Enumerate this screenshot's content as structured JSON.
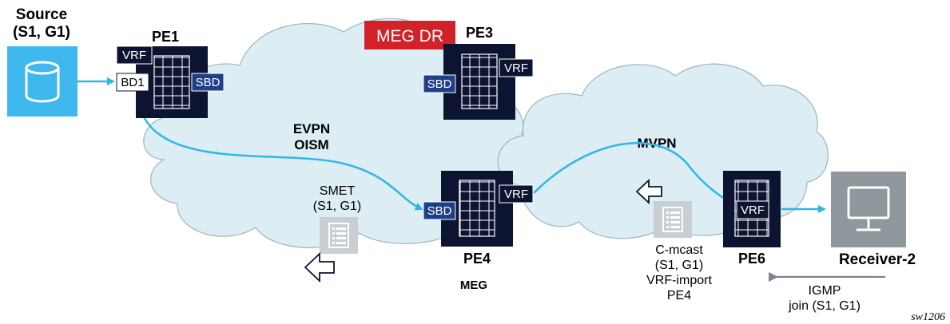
{
  "colors": {
    "cloud_fill": "#dcedf3",
    "cloud_stroke": "#9fb4c2",
    "router_fill": "#0d1431",
    "flow_arrow": "#2fb7e8",
    "sbd_fill": "#1f3f86",
    "source_fill": "#3fb8ee",
    "receiver_fill": "#8f989c",
    "meg_dr_fill": "#d3212a",
    "message_icon_fill": "#c9ced3",
    "igmp_arrow": "#7b8592"
  },
  "source": {
    "title": "Source",
    "group": "(S1, G1)",
    "icon": "database-icon"
  },
  "routers": {
    "pe1": {
      "name": "PE1",
      "tags": {
        "vrf": "VRF",
        "bd": "BD1",
        "sbd": "SBD"
      }
    },
    "pe3": {
      "name": "PE3",
      "badge": "MEG DR",
      "tags": {
        "vrf": "VRF",
        "sbd": "SBD"
      }
    },
    "pe4": {
      "name": "PE4",
      "role": "MEG",
      "tags": {
        "vrf": "VRF",
        "sbd": "SBD"
      }
    },
    "pe6": {
      "name": "PE6",
      "tags": {
        "vrf": "VRF"
      }
    }
  },
  "clouds": {
    "left": {
      "label_line1": "EVPN",
      "label_line2": "OISM"
    },
    "right": {
      "label": "MVPN"
    }
  },
  "messages": {
    "smet": {
      "line1": "SMET",
      "line2": "(S1, G1)",
      "icon": "route-message-icon"
    },
    "cmcast": {
      "line1": "C-mcast",
      "line2": "(S1, G1)",
      "line3": "VRF-import",
      "line4": "PE4",
      "icon": "route-message-icon"
    }
  },
  "receiver": {
    "name": "Receiver-2",
    "icon": "monitor-icon"
  },
  "igmp": {
    "line1": "IGMP",
    "line2": "join (S1, G1)"
  },
  "figure_id": "sw1206"
}
